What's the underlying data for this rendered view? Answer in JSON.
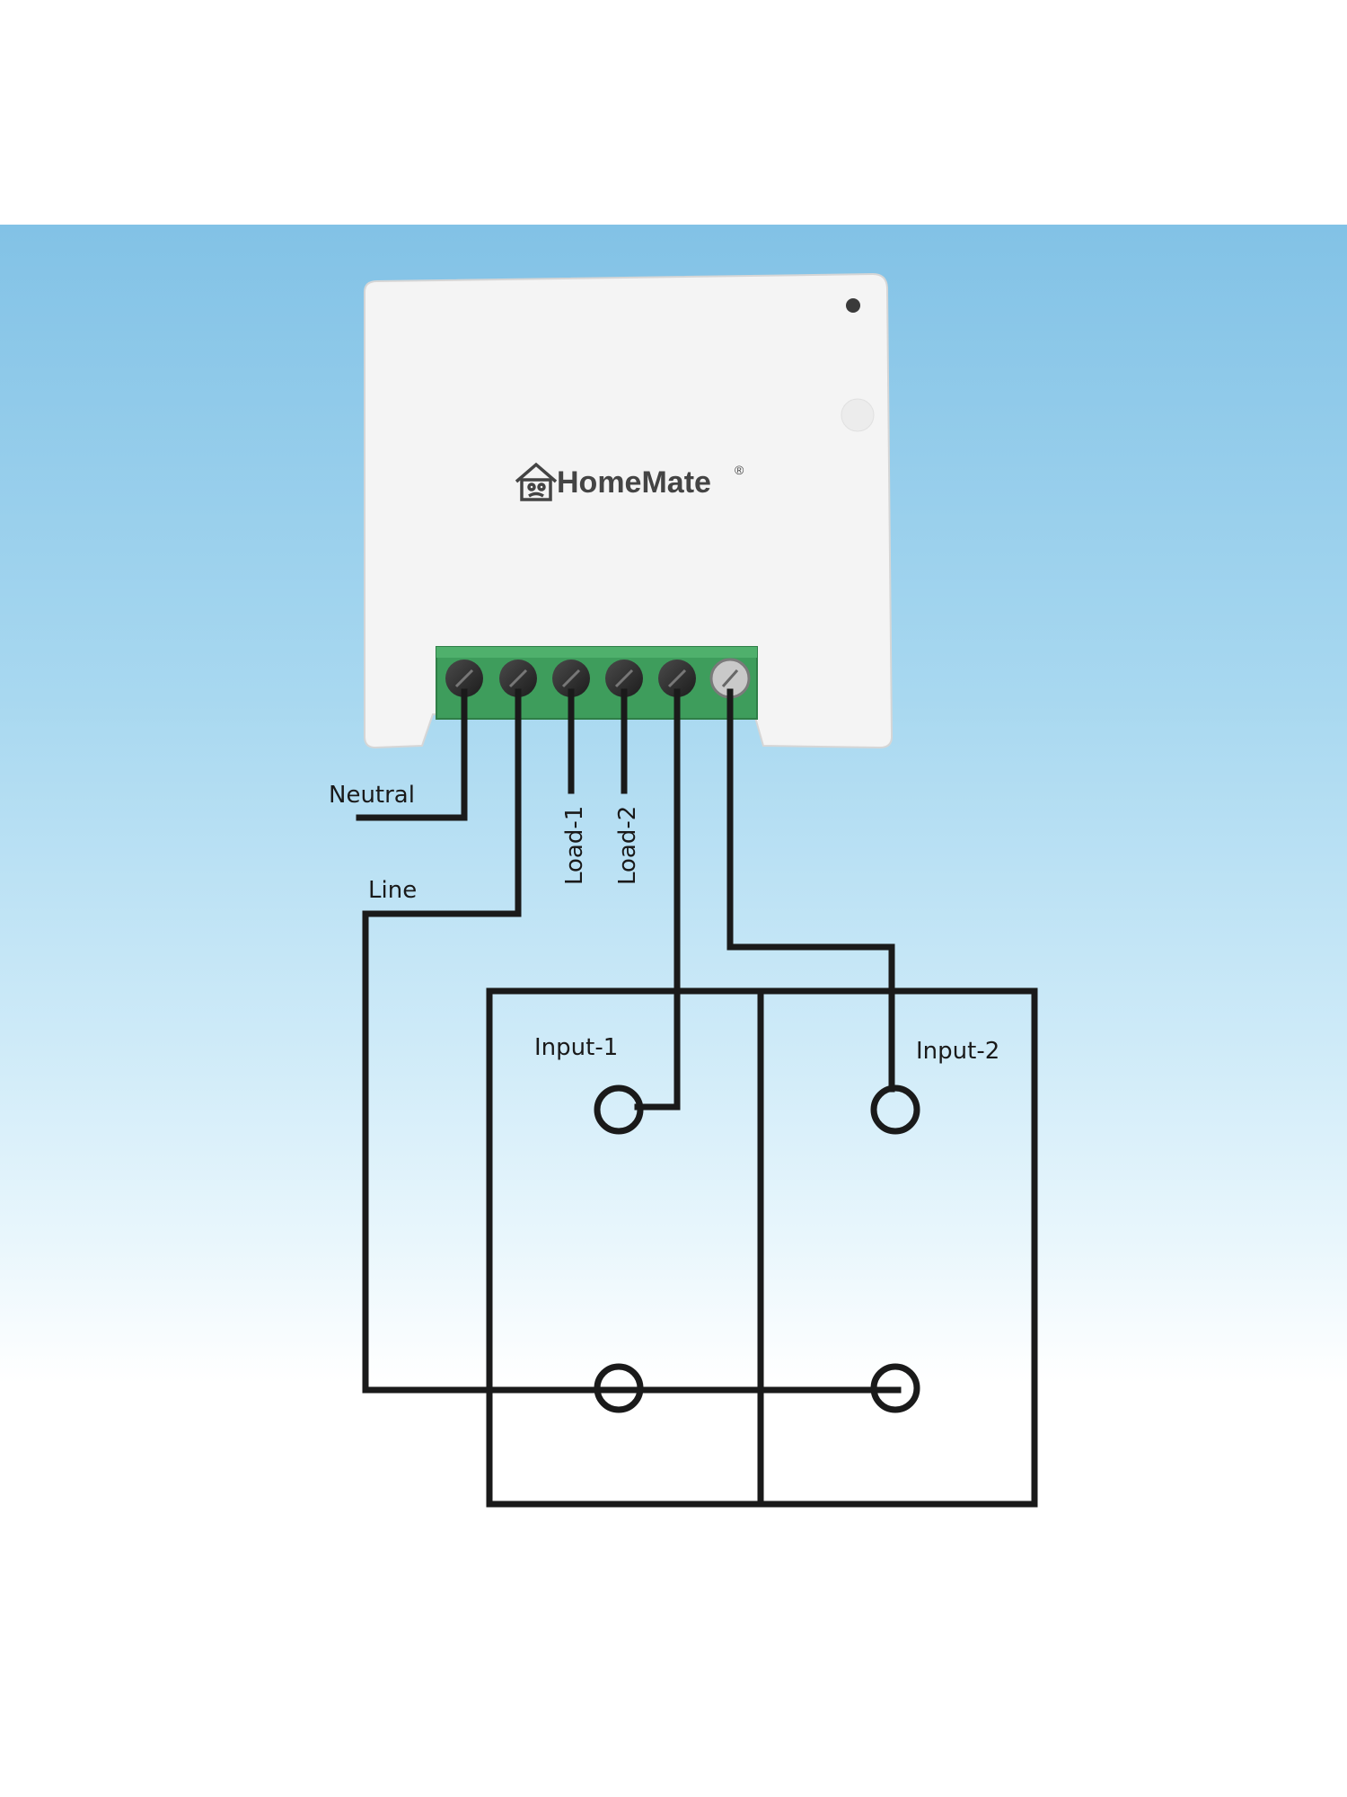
{
  "module": {
    "brand": "HomeMate",
    "registered_mark": "®"
  },
  "labels": {
    "neutral": "Neutral",
    "line": "Line",
    "load1": "Load-1",
    "load2": "Load-2",
    "input1": "Input-1",
    "input2": "Input-2"
  },
  "colors": {
    "background_top": "#82c2e6",
    "terminal_block": "#3e9d5c",
    "wire": "#1a1a1a",
    "module_body": "#f4f4f4"
  }
}
